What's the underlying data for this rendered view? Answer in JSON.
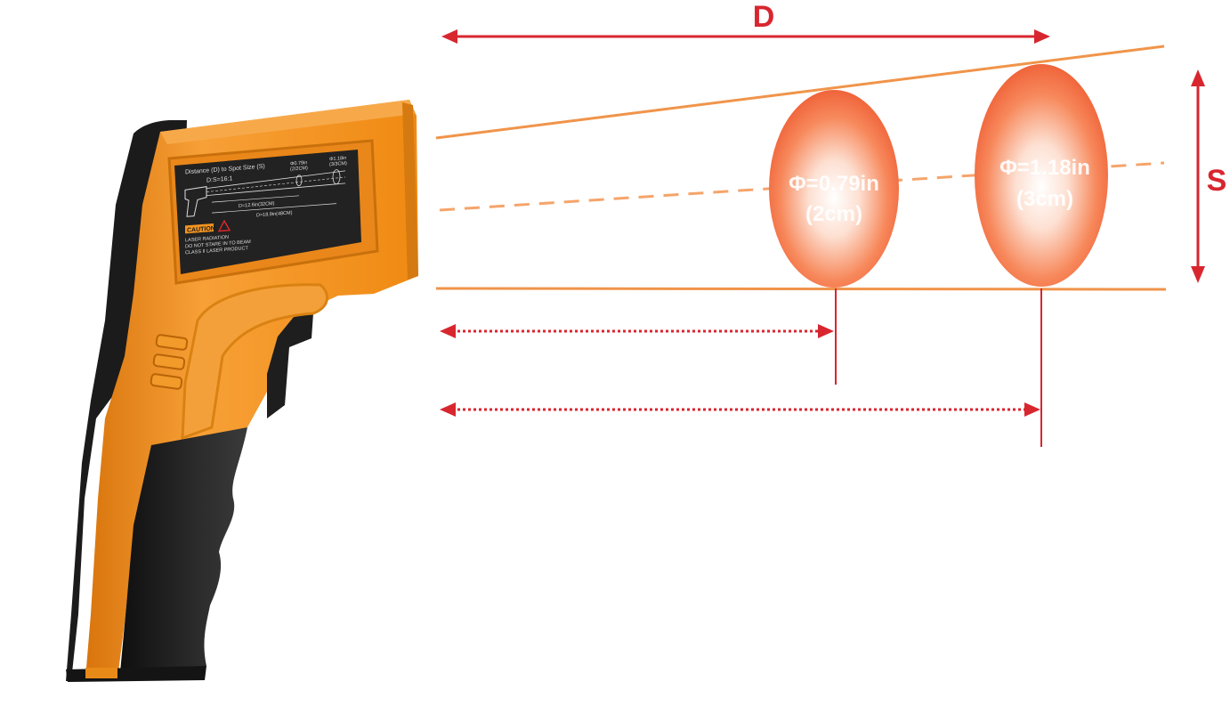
{
  "diagram": {
    "distance_label": "D",
    "spot_label": "S",
    "spots": [
      {
        "line1": "Φ=0.79in",
        "line2": "(2cm)"
      },
      {
        "line1": "Φ=1.18in",
        "line2": "(3cm)"
      }
    ]
  },
  "device_label": {
    "title": "Distance (D) to Spot Size (S)",
    "ratio": "D:S=16:1",
    "spot1_a": "Φ0.79in",
    "spot1_b": "(2/2CM)",
    "spot2_a": "Φ1.18in",
    "spot2_b": "(3/3CM)",
    "dist1": "D=12.6in(32CM)",
    "dist2": "D=18.9in(48CM)",
    "caution": "CAUTION",
    "warning1": "LASER RADIATION",
    "warning2": "DO NOT STARE IN TO BEAM",
    "warning3": "CLASS II LASER PRODUCT"
  },
  "colors": {
    "arrow_red": "#d8262f",
    "beam_orange": "#f0944a",
    "spot_fill": "#f26b38",
    "device_orange": "#f39420",
    "device_black": "#1e1e1e"
  }
}
